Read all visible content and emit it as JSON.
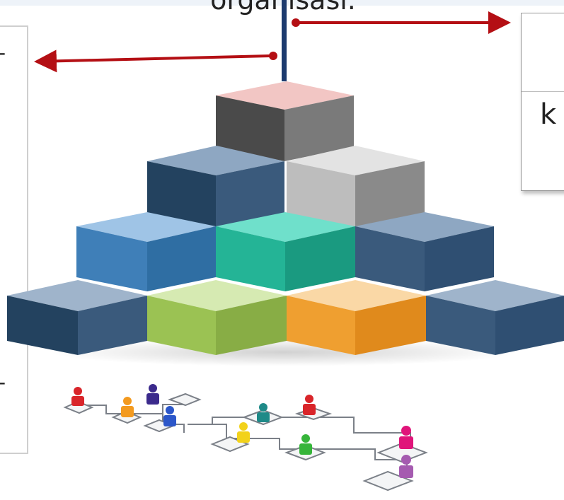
{
  "header": {
    "title_fragment": "organisasi."
  },
  "left_panel": {
    "dash_top": "-",
    "dash_bottom": "-"
  },
  "right_panel": {
    "letter": "k"
  },
  "colors": {
    "stem": "#1c3a6e",
    "arrow": "#b40f14",
    "cube_top_tier": [
      "#f2c6c4"
    ],
    "cube_tier2": [
      "#23425f",
      "#bdbdbd"
    ],
    "cube_tier3": [
      "#3f7fb8",
      "#24b496",
      "#2f4f72"
    ],
    "cube_tier4": [
      "#23425f",
      "#9bc253",
      "#ef9f30",
      "#2f4f72"
    ]
  },
  "icons": [
    "pyramid-of-cubes",
    "org-chart-people-icons"
  ]
}
